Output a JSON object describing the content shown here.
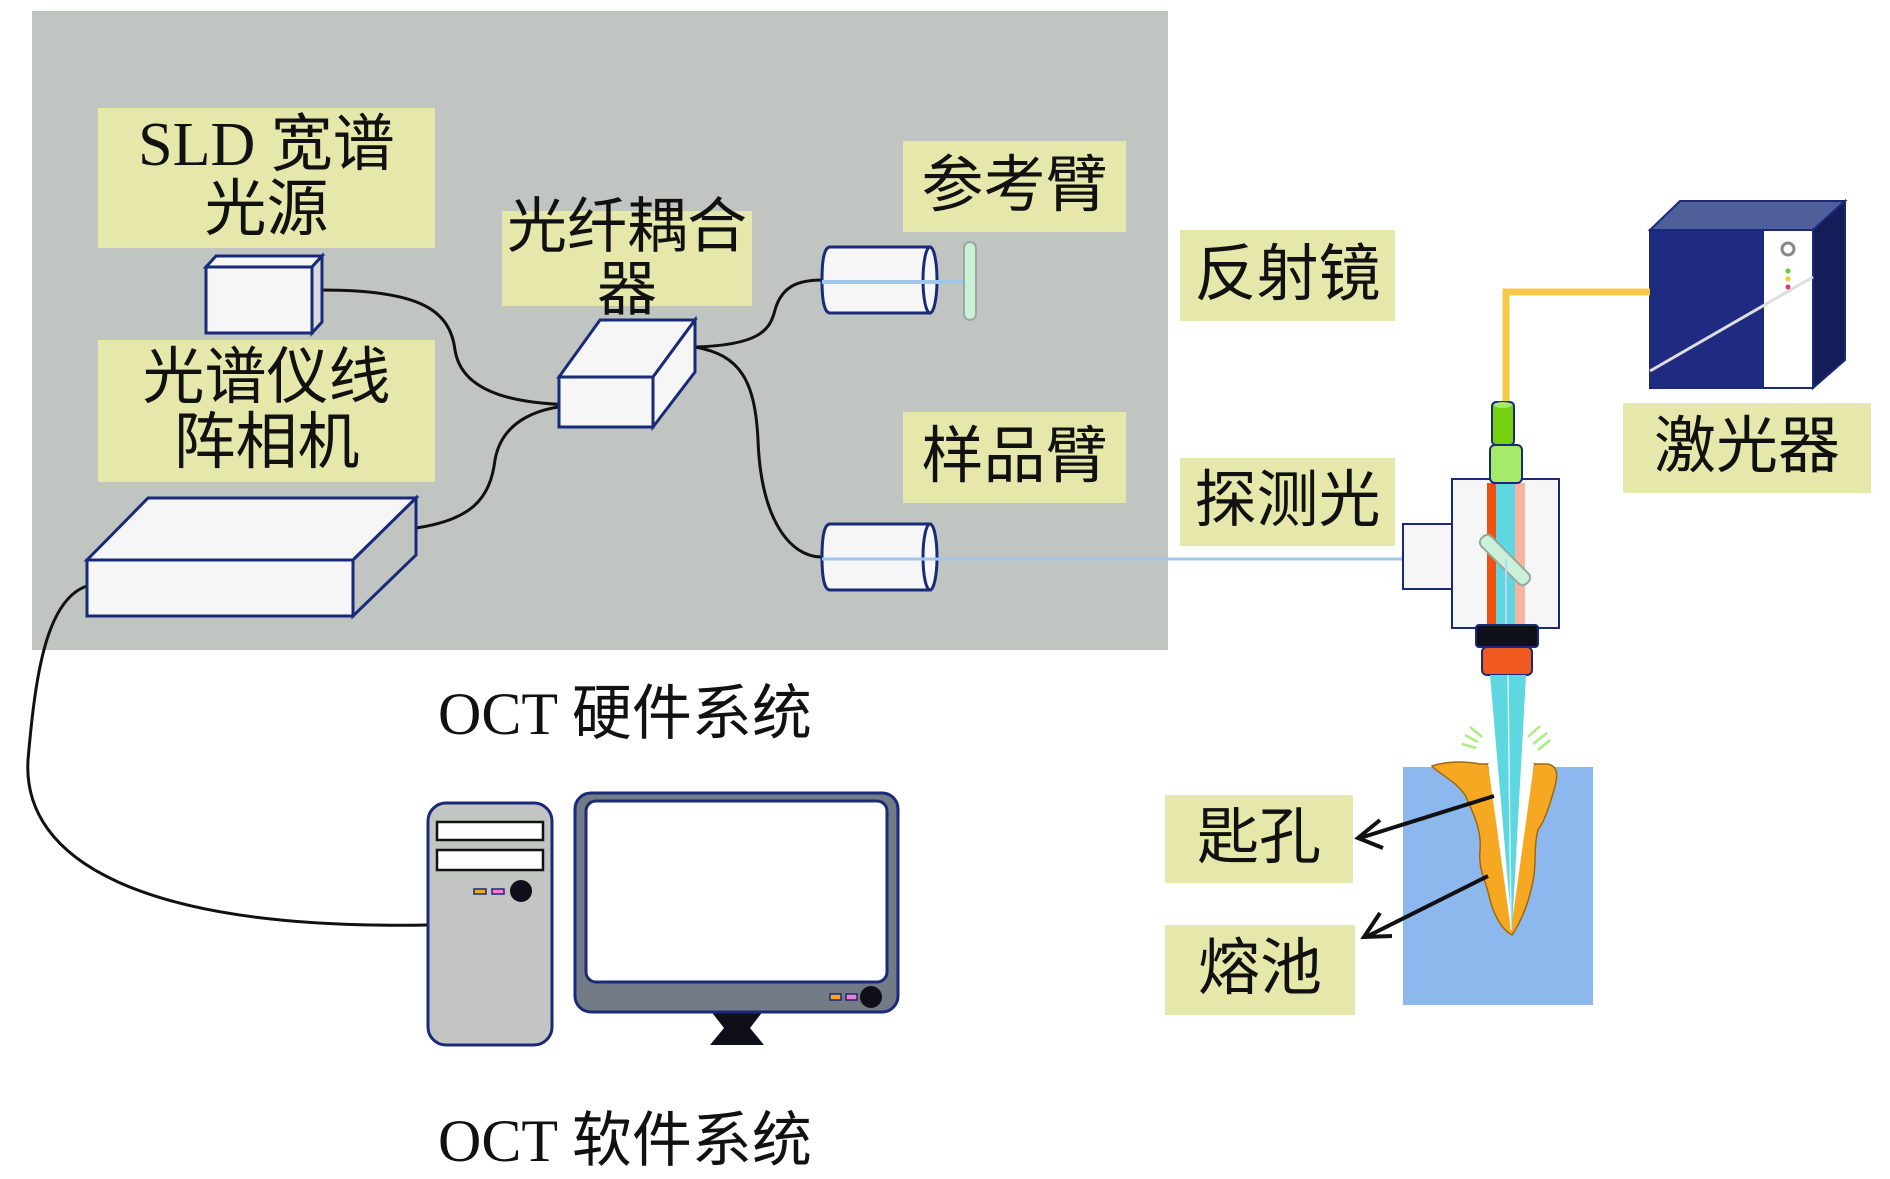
{
  "diagram": {
    "type": "laser-welding-OCT-monitoring-schematic",
    "hardware_panel": {
      "title": "OCT 硬件系统",
      "components": {
        "sld_source": {
          "label_line1": "SLD 宽谱",
          "label_line2": "光源"
        },
        "spectrometer_camera": {
          "label_line1": "光谱仪线",
          "label_line2": "阵相机"
        },
        "fiber_coupler": {
          "label": "光纤耦合器"
        },
        "reference_arm": {
          "label": "参考臂"
        },
        "sample_arm": {
          "label": "样品臂"
        }
      }
    },
    "mirror": {
      "label": "反射镜"
    },
    "probe_light": {
      "label": "探测光"
    },
    "laser": {
      "label": "激光器"
    },
    "keyhole": {
      "label": "匙孔"
    },
    "melt_pool": {
      "label": "熔池"
    },
    "software": {
      "title": "OCT 软件系统"
    },
    "colors": {
      "panel_gray": "#c0c5c1",
      "label_bg": "#e6e7aa",
      "box_outline": "#1a2a7a",
      "box_fill": "#f6f6f6",
      "laser_front": "#1f2a80",
      "laser_top": "#4f5f9a",
      "laser_side": "#141c5a",
      "fiber_yellow": "#f7c948",
      "probe_beam": "#9fc7ee",
      "cyan_beam": "#5fd7e0",
      "orange_stripe": "#f05010",
      "green_tube": "#74d10c",
      "green_collar": "#a6ea6a",
      "workpiece_blue": "#8db8ee",
      "melt_orange": "#f7a823",
      "tower_gray": "#c3c5c2",
      "monitor_gray": "#737b86"
    }
  }
}
